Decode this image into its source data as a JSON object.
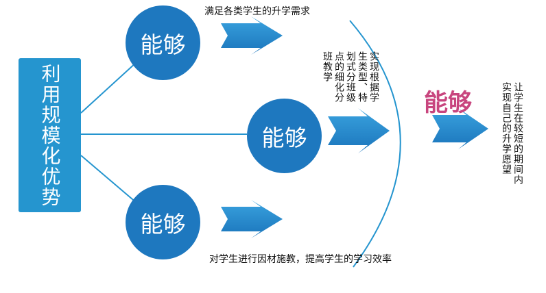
{
  "left_box": {
    "label": "利用规模化优势"
  },
  "circles": [
    {
      "label": "能够"
    },
    {
      "label": "能够"
    },
    {
      "label": "能够"
    }
  ],
  "outcomes": {
    "top": "满足各类学生的升学需求",
    "middle_lines": [
      "班教学",
      "点的细化分",
      "划式分班级",
      "生类型、特",
      "实现根据学"
    ],
    "bottom": "对学生进行因材施教，提高学生的学习效率"
  },
  "final": {
    "keyword": "能够",
    "lines": [
      "实现自己的升学愿望",
      "让学生在较短的期间内"
    ]
  },
  "colors": {
    "box": "#2595cf",
    "circle": "#1e78bf",
    "arrow": "#2a8fd0",
    "keyword": "#c8457e"
  }
}
